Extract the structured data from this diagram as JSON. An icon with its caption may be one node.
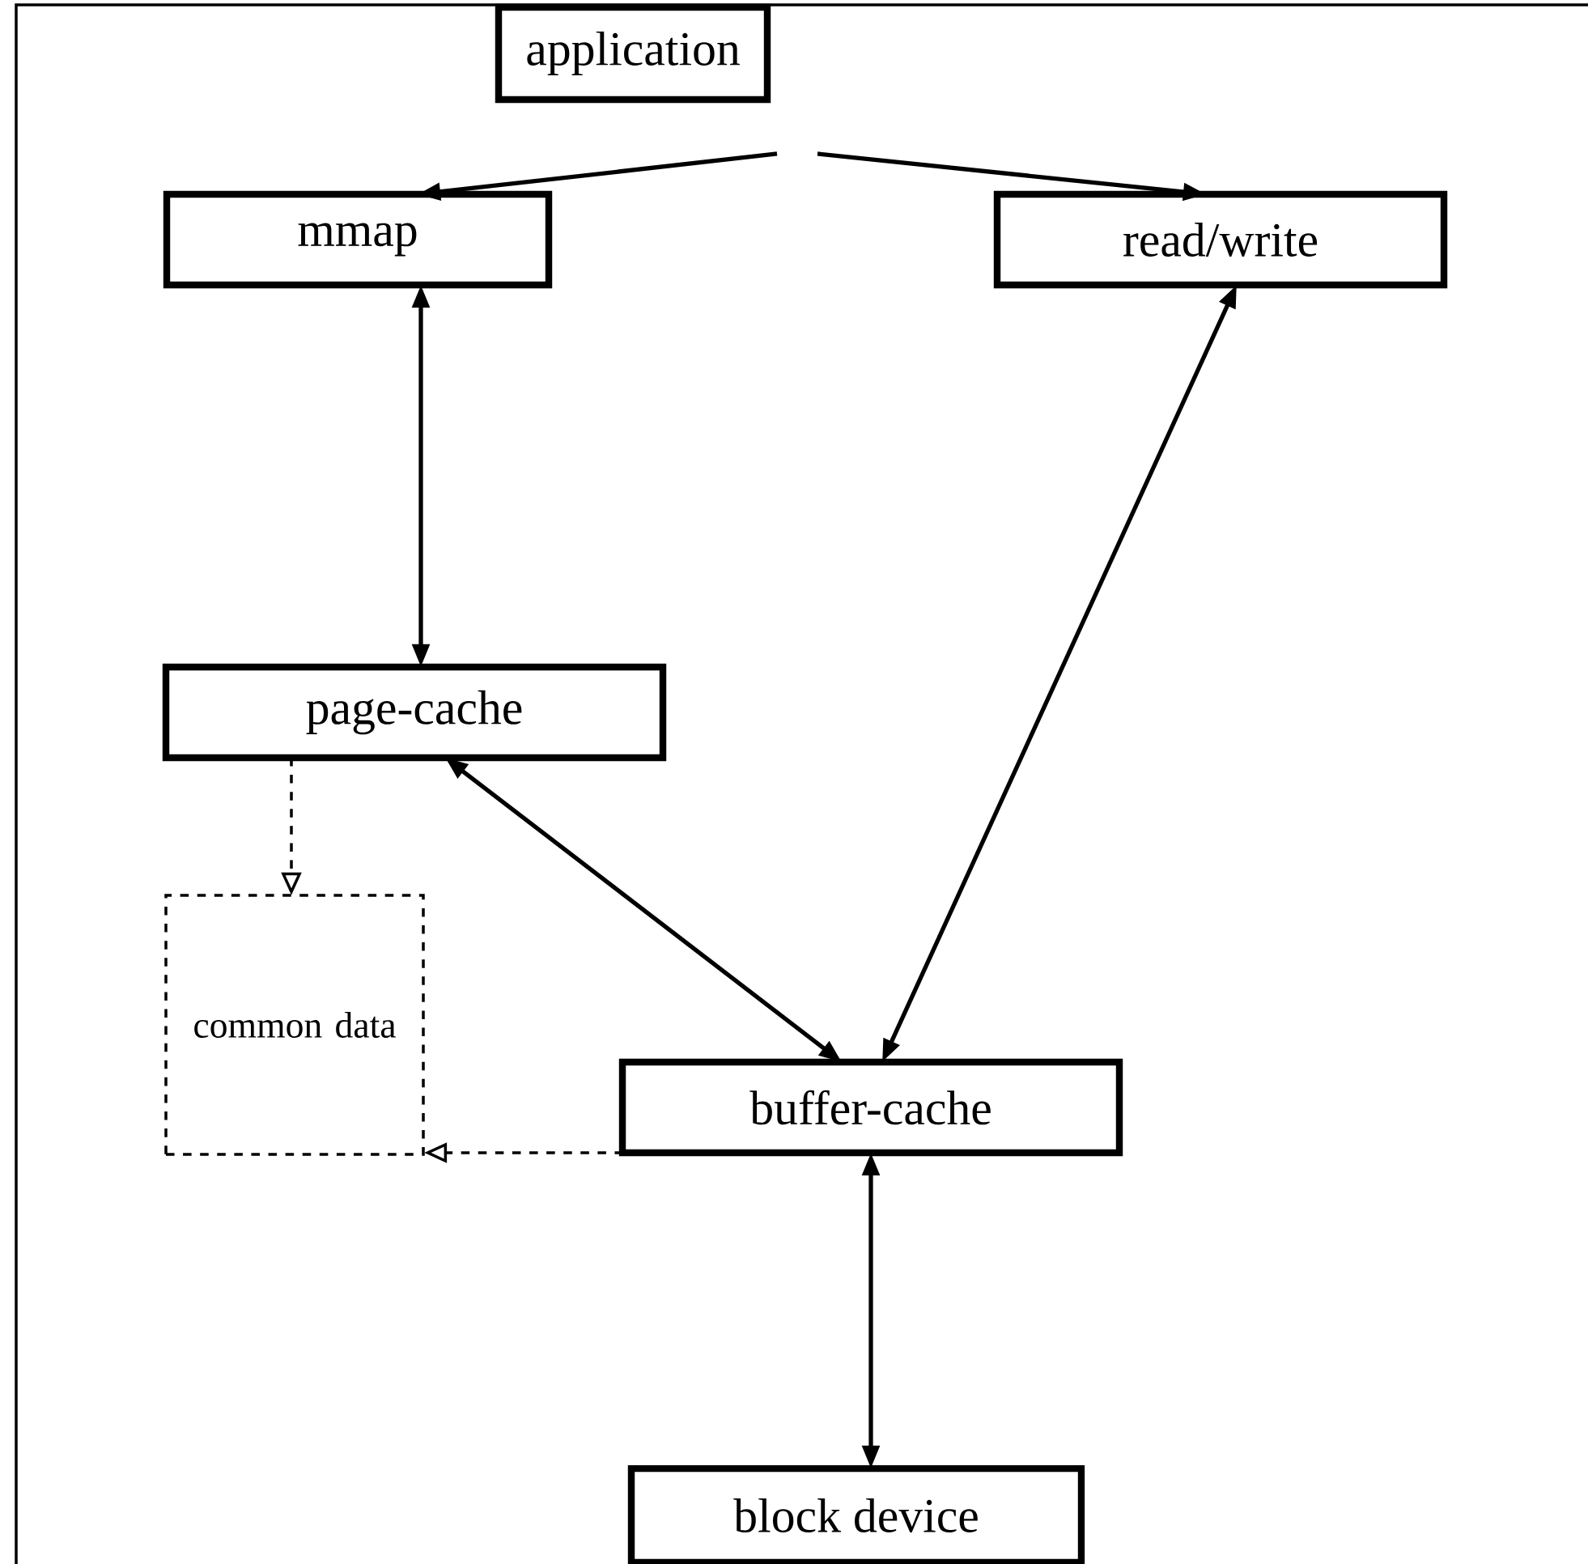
{
  "diagram": {
    "nodes": [
      {
        "text": [
          "application"
        ]
      },
      {
        "text": [
          "mmap"
        ]
      },
      {
        "text": [
          "read/write"
        ]
      },
      {
        "text": [
          "page-cache"
        ]
      },
      {
        "text": [
          "common data"
        ]
      },
      {
        "text": [
          "buffer-cache"
        ]
      },
      {
        "text": [
          "block device"
        ]
      }
    ],
    "edges": [
      {
        "from": 0,
        "to": 1,
        "arrow": "to"
      },
      {
        "from": 0,
        "to": 2,
        "arrow": "to"
      },
      {
        "from": 1,
        "to": 3,
        "arrow": "both"
      },
      {
        "from": 2,
        "to": 5,
        "arrow": "both"
      },
      {
        "from": 3,
        "to": 5,
        "arrow": "both"
      },
      {
        "from": 3,
        "to": 4,
        "arrow": "to",
        "style": "dashed"
      },
      {
        "from": 5,
        "to": 4,
        "arrow": "to",
        "style": "dashed"
      },
      {
        "from": 5,
        "to": 6,
        "arrow": "both"
      }
    ]
  }
}
